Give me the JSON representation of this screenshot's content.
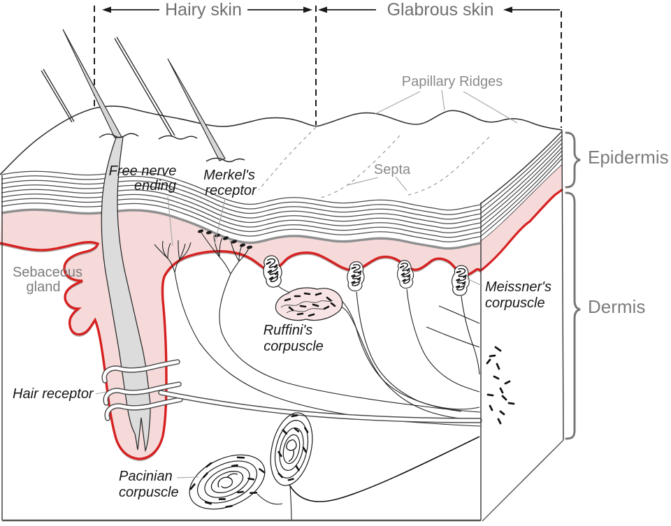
{
  "diagram": {
    "regions": {
      "hairy_skin": "Hairy skin",
      "glabrous_skin": "Glabrous skin"
    },
    "layers": {
      "epidermis": "Epidermis",
      "dermis": "Dermis"
    },
    "surface": {
      "papillary_ridges": "Papillary Ridges",
      "septa": "Septa"
    },
    "structures": {
      "free_nerve_1": "Free nerve",
      "free_nerve_2": "ending",
      "merkel_1": "Merkel's",
      "merkel_2": "receptor",
      "sebaceous_1": "Sebaceous",
      "sebaceous_2": "gland",
      "meissner_1": "Meissner's",
      "meissner_2": "corpuscle",
      "ruffini_1": "Ruffini's",
      "ruffini_2": "corpuscle",
      "hair_receptor": "Hair receptor",
      "pacinian_1": "Pacinian",
      "pacinian_2": "corpuscle"
    },
    "colors": {
      "epidermis_pink": "#f6dada",
      "ruffini_pink": "#f8e4e4",
      "basal_lamina_red": "#d62121",
      "hair_gray": "#dcdcdc",
      "label_gray": "#7a7a7a",
      "label_black": "#161616"
    }
  }
}
